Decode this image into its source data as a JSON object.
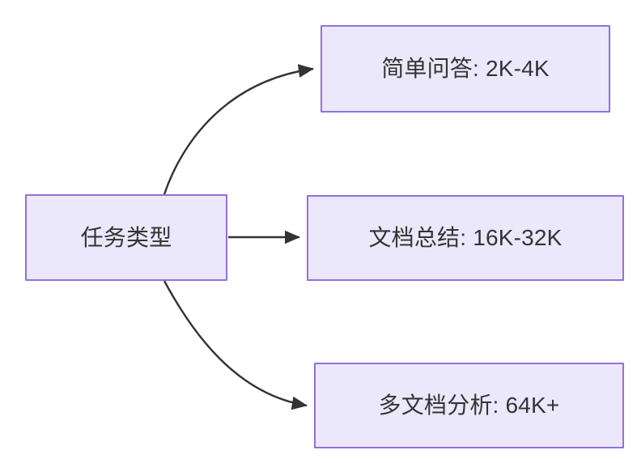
{
  "diagram": {
    "title": "任务类型",
    "background_color": "#ffffff",
    "node_fill_color": "#ebe8fb",
    "node_border_color": "#9370db",
    "edge_color": "#333333",
    "text_color": "#333333",
    "root": {
      "id": "node-root",
      "label": "任务类型"
    },
    "branches": [
      {
        "id": "node-simple-qa",
        "label": "简单问答: 2K-4K",
        "task": "简单问答",
        "context_range": "2K-4K"
      },
      {
        "id": "node-doc-sum",
        "label": "文档总结: 16K-32K",
        "task": "文档总结",
        "context_range": "16K-32K"
      },
      {
        "id": "node-multi-doc",
        "label": "多文档分析: 64K+",
        "task": "多文档分析",
        "context_range": "64K+"
      }
    ],
    "edges": [
      {
        "id": "edge-root-to-simple-qa",
        "from": "任务类型",
        "to": "简单问答: 2K-4K",
        "style": "curved-arrow"
      },
      {
        "id": "edge-root-to-doc-sum",
        "from": "任务类型",
        "to": "文档总结: 16K-32K",
        "style": "straight-arrow"
      },
      {
        "id": "edge-root-to-multi-doc",
        "from": "任务类型",
        "to": "多文档分析: 64K+",
        "style": "curved-arrow"
      }
    ]
  }
}
